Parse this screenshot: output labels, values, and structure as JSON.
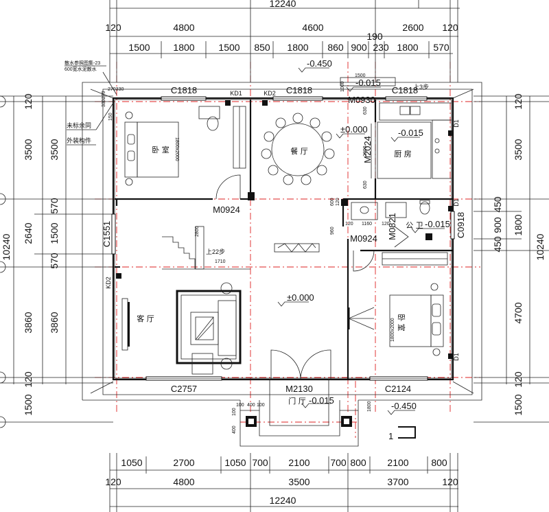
{
  "top_dims": {
    "overall": "12240",
    "row2": [
      "120",
      "4800",
      "4600",
      "2600",
      "120"
    ],
    "extra": "190",
    "row3": [
      "1500",
      "1800",
      "1500",
      "850",
      "1800",
      "860",
      "900",
      "230",
      "1800",
      "570"
    ]
  },
  "bottom_dims": {
    "row1": [
      "1050",
      "2700",
      "1050",
      "700",
      "2100",
      "700",
      "800",
      "2100",
      "800"
    ],
    "row2": [
      "120",
      "4800",
      "3500",
      "3700",
      "120"
    ],
    "overall": "12240"
  },
  "left_dims": {
    "outer": [
      "120",
      "3500",
      "570",
      "1500",
      "570",
      "3860",
      "1500",
      "120"
    ],
    "inner": [
      "2640",
      "3860"
    ],
    "overall": "10240"
  },
  "right_dims": {
    "outer": [
      "120",
      "3500",
      "450",
      "900",
      "450",
      "4700",
      "1500",
      "120"
    ],
    "inner": [
      "1800"
    ],
    "overall": "10240"
  },
  "windows": {
    "c1818_a": "C1818",
    "c1818_b": "C1818",
    "c1818_c": "C1818",
    "c1551": "C1551",
    "c0918": "C0918",
    "c2757": "C2757",
    "c2124": "C2124"
  },
  "doors": {
    "m0930": "M0930",
    "m0924_a": "M0924",
    "m0924_b": "M0924",
    "m2024": "M2024",
    "m0821": "M0821",
    "m2130": "M2130"
  },
  "tags": {
    "kd1": "KD1",
    "kd2_a": "KD2",
    "kd2_b": "KD2",
    "d1_a": "D1",
    "d1_b": "D1",
    "d1_c": "D1"
  },
  "rooms": {
    "bedroom_1": "卧 室",
    "dining": "餐 厅",
    "kitchen": "厨 房",
    "living": "客 厅",
    "bedroom_2": "卧 室",
    "bathroom": "公 卫",
    "entrance": "门 厅"
  },
  "levels": {
    "outside_top": "-0.450",
    "kitchen_ext": "-0.015",
    "dining": "±0.000",
    "kitchen": "-0.015",
    "bathroom": "-0.015",
    "hall": "±0.000",
    "entrance": "-0.015",
    "outside_bottom": "-0.450"
  },
  "notes": {
    "note_1": "散水参照图集-23",
    "note_2": "600宽水泥散水",
    "note_3": "未标余同",
    "note_4": "外装构件",
    "steps_top": "上3步",
    "stair_up": "上22步",
    "stair_w": "1710",
    "stair_len": "2800",
    "section": "1",
    "bed_size_1": "1800x2000",
    "bed_size_2": "1800x2000",
    "d270330": "270330",
    "d330270": "330270",
    "d150": "150",
    "d1500_ext": "1500",
    "d1000": "1000",
    "kitchen_630a": "630",
    "kitchen_2000": "2000",
    "kitchen_630b": "630",
    "bath_600": "600",
    "bath_120a": "120",
    "bath_960": "960",
    "bath_120b": "120",
    "bath_1160": "1160",
    "bath_120c": "120",
    "porch_100a": "100",
    "porch_400a": "400",
    "porch_100b": "100",
    "porch_400b": "400",
    "porch_100c": "100",
    "porch_1800": "1800"
  }
}
